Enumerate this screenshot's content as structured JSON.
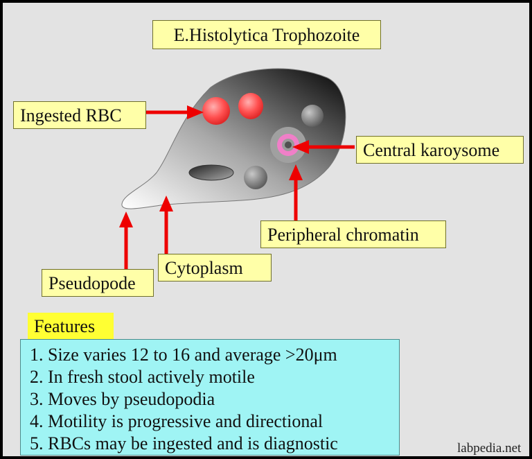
{
  "title": "E.Histolytica Trophozoite",
  "labels": {
    "ingested_rbc": "Ingested RBC",
    "central_karyosome": "Central karoysome",
    "peripheral_chromatin": "Peripheral chromatin",
    "cytoplasm": "Cytoplasm",
    "pseudopode": "Pseudopode"
  },
  "features": {
    "heading": "Features",
    "items": [
      "1. Size varies 12 to 16 and average >20μm",
      "2. In fresh stool actively motile",
      "3. Moves by pseudopodia",
      "4. Motility is progressive and directional",
      "5. RBCs may be ingested and is diagnostic"
    ]
  },
  "source": "labpedia.net",
  "colors": {
    "background": "#e3e3e3",
    "label_fill": "#ffffa8",
    "features_fill": "#9ff4f4",
    "arrow": "#ee0000",
    "rbc": "#ff4d4d",
    "chromatin_ring": "#f07fc8"
  }
}
